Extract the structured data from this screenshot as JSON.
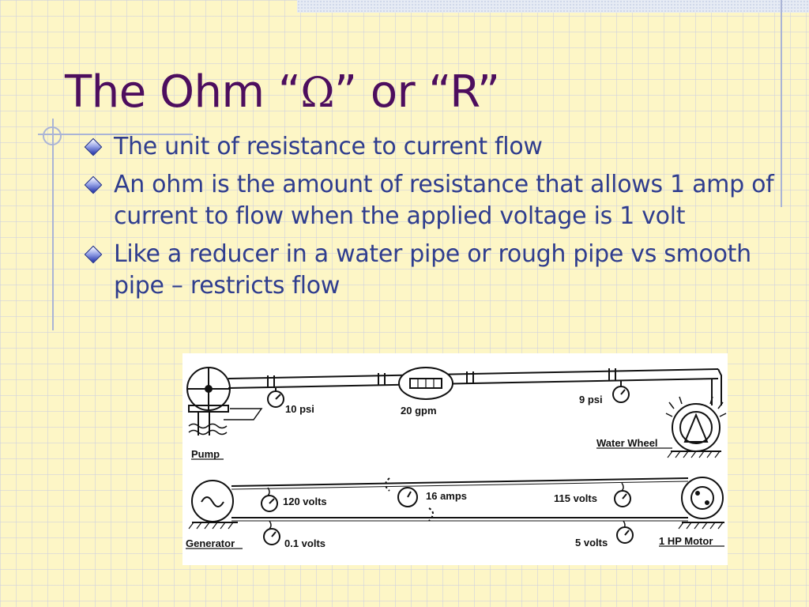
{
  "slide": {
    "title_prefix": "The Ohm “",
    "title_symbol": "Ω",
    "title_suffix": "” or “R”",
    "bullets": [
      "The unit of resistance to current flow",
      "An ohm is the amount of resistance that allows 1 amp of  current to flow when the applied voltage is 1 volt",
      " Like a reducer in a water pipe or rough pipe vs smooth pipe – restricts flow"
    ]
  },
  "diagram": {
    "water": {
      "pump_label": "Pump",
      "wheel_label": "Water Wheel",
      "pressure_in": "10 psi",
      "flow": "20 gpm",
      "pressure_out": "9 psi"
    },
    "electric": {
      "generator_label": "Generator",
      "motor_label": "1 HP Motor",
      "voltage_top_left": "120 volts",
      "current": "16 amps",
      "voltage_top_right": "115 volts",
      "voltage_bottom_left": "0.1 volts",
      "voltage_bottom_right": "5 volts"
    }
  },
  "colors": {
    "title": "#4d0e5e",
    "text": "#2f3d8e",
    "background": "#fdf6c6"
  }
}
